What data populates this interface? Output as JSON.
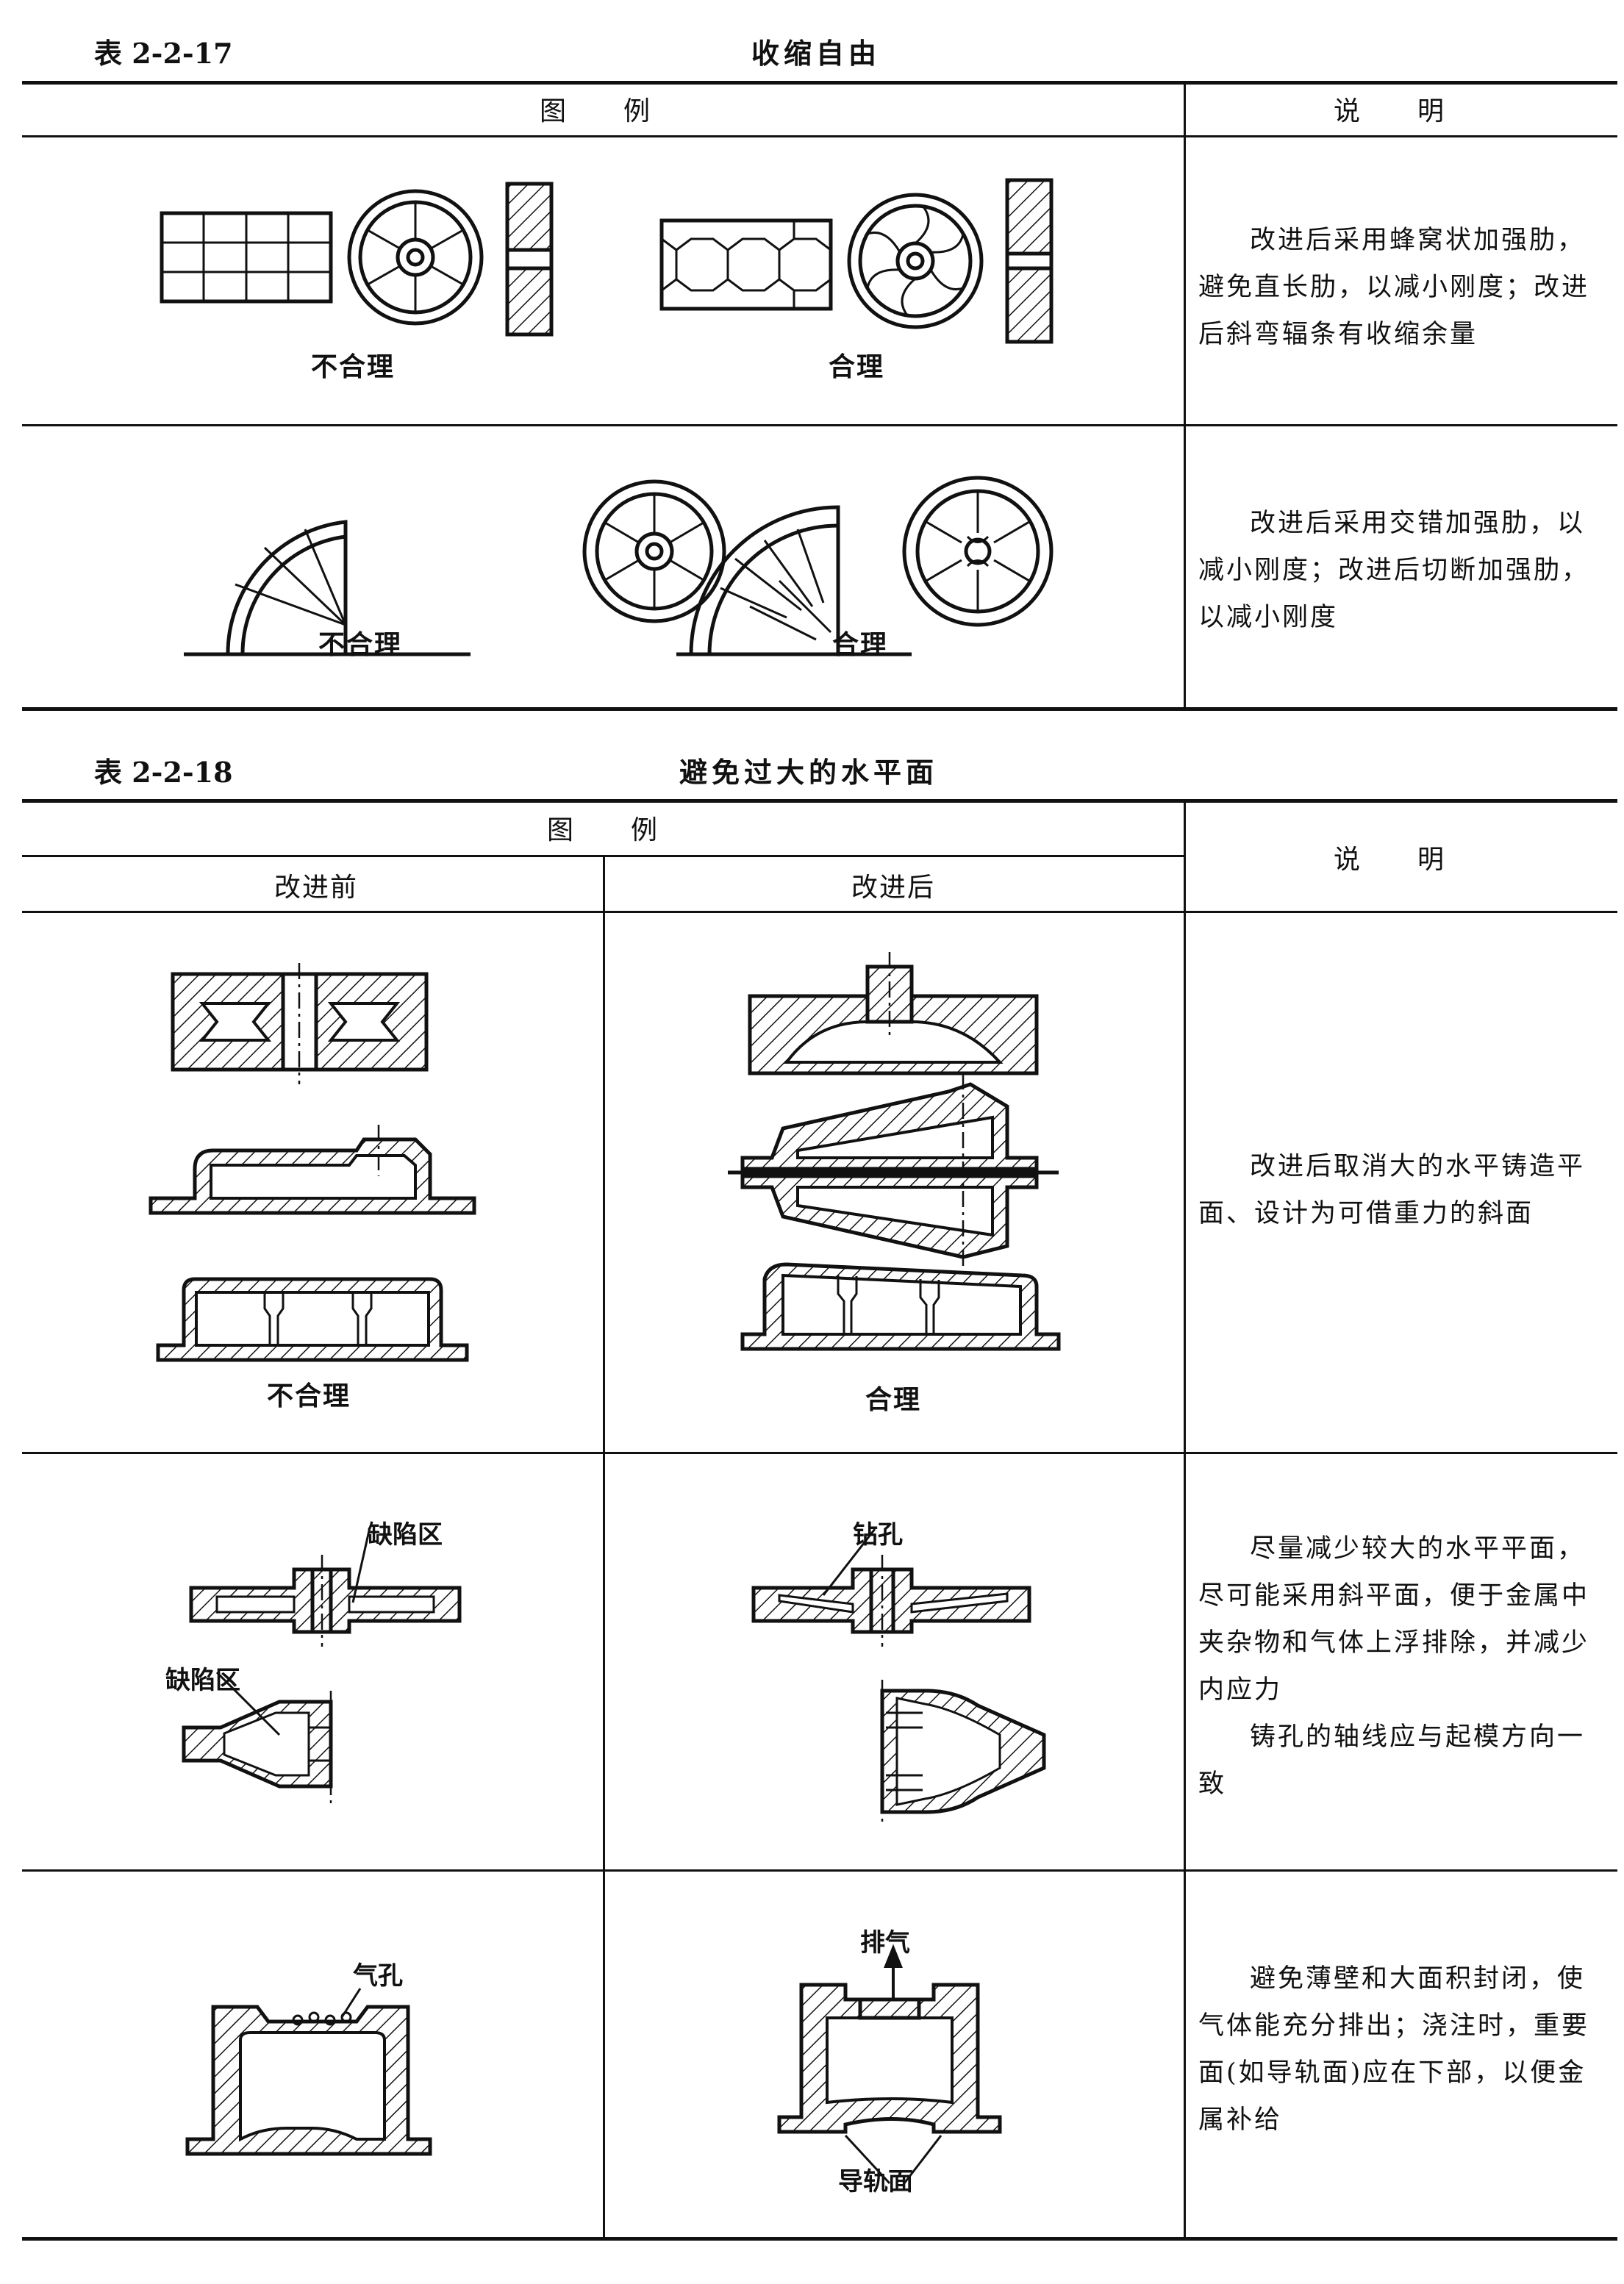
{
  "table17": {
    "number": "表 2-2-17",
    "title": "收缩自由",
    "col_figure": "图　　例",
    "col_note": "说　　明",
    "rows": [
      {
        "bad_caption": "不合理",
        "good_caption": "合理",
        "note": "改进后采用蜂窝状加强肋，避免直长肋，以减小刚度；改进后斜弯辐条有收缩余量"
      },
      {
        "bad_caption": "不合理",
        "good_caption": "合理",
        "note": "改进后采用交错加强肋，以减小刚度；改进后切断加强肋，以减小刚度"
      }
    ]
  },
  "table18": {
    "number": "表 2-2-18",
    "title": "避免过大的水平面",
    "col_figure": "图　　例",
    "col_before": "改进前",
    "col_after": "改进后",
    "col_note": "说　　明",
    "rows": [
      {
        "bad_caption": "不合理",
        "good_caption": "合理",
        "note": "改进后取消大的水平铸造平面、设计为可借重力的斜面"
      },
      {
        "labels": {
          "defect_1": "缺陷区",
          "defect_2": "缺陷区",
          "drill": "钻孔"
        },
        "note_1": "尽量减少较大的水平平面，尽可能采用斜平面，便于金属中夹杂物和气体上浮排除，并减少内应力",
        "note_2": "铸孔的轴线应与起模方向一致"
      },
      {
        "labels": {
          "pore": "气孔",
          "vent": "排气",
          "guide": "导轨面"
        },
        "note": "避免薄壁和大面积封闭，使气体能充分排出；浇注时，重要面(如导轨面)应在下部，以便金属补给"
      }
    ]
  }
}
